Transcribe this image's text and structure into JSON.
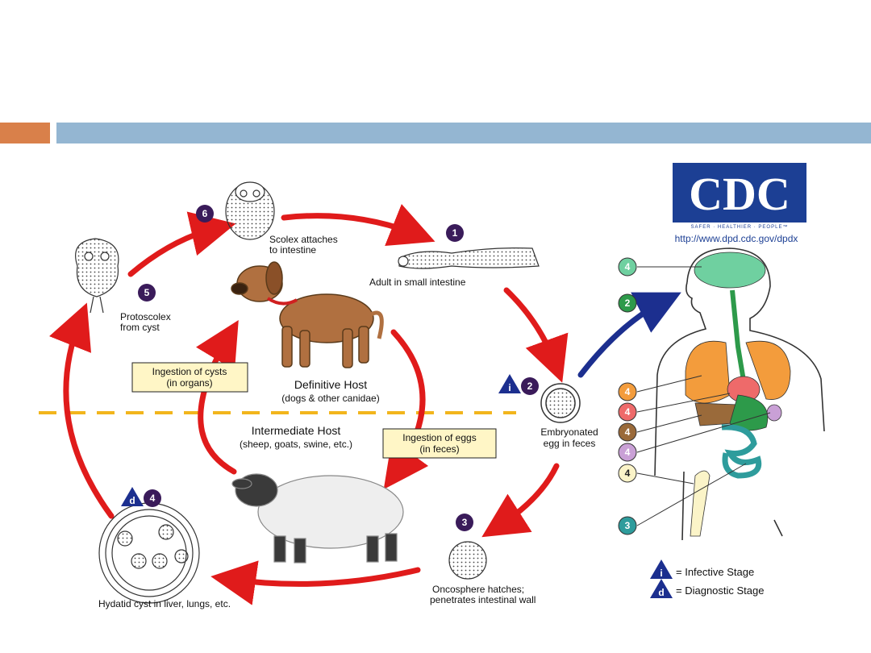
{
  "colors": {
    "accent_orange": "#d9804a",
    "accent_blue": "#94b6d2",
    "cycle_arrow": "#e01b1b",
    "human_arrow": "#1c2f8f",
    "divider": "#f2b51c",
    "label_box": "#fff6c6",
    "stage_number": "#3a1b5a"
  },
  "logo": {
    "word": "CDC",
    "tagline": "SAFER · HEALTHIER · PEOPLE™",
    "url": "http://www.dpd.cdc.gov/dpdx"
  },
  "stages": {
    "s1": {
      "num": "1",
      "label": "Adult in small intestine"
    },
    "s2": {
      "num": "2",
      "line1": "Embryonated",
      "line2": "egg in feces",
      "marker": "i"
    },
    "s3": {
      "num": "3",
      "line1": "Oncosphere hatches;",
      "line2": "penetrates intestinal wall"
    },
    "s4": {
      "num": "4",
      "label": "Hydatid cyst in liver, lungs, etc.",
      "marker": "d"
    },
    "s5": {
      "num": "5",
      "line1": "Protoscolex",
      "line2": "from cyst"
    },
    "s6": {
      "num": "6",
      "line1": "Scolex attaches",
      "line2": "to intestine"
    }
  },
  "hosts": {
    "definitive": {
      "title": "Definitive Host",
      "subtitle": "(dogs & other canidae)"
    },
    "intermediate": {
      "title": "Intermediate Host",
      "subtitle": "(sheep, goats, swine, etc.)"
    }
  },
  "boxes": {
    "cysts": {
      "line1": "Ingestion of cysts",
      "line2": "(in organs)"
    },
    "eggs": {
      "line1": "Ingestion of eggs",
      "line2": "(in feces)"
    }
  },
  "human_markers": [
    {
      "num": "4",
      "color": "#6fd0a0",
      "organ": "brain"
    },
    {
      "num": "2",
      "color": "#2d9a4a",
      "organ": "ingestion"
    },
    {
      "num": "4",
      "color": "#f39c3c",
      "organ": "lungs"
    },
    {
      "num": "4",
      "color": "#ee6a6a",
      "organ": "heart"
    },
    {
      "num": "4",
      "color": "#9a6a3a",
      "organ": "liver"
    },
    {
      "num": "4",
      "color": "#c9a0d6",
      "organ": "kidney"
    },
    {
      "num": "4",
      "color": "#fbf4c8",
      "organ": "bone"
    },
    {
      "num": "3",
      "color": "#2e9c9c",
      "organ": "intestine"
    }
  ],
  "legend": {
    "infective": {
      "marker": "i",
      "label": "= Infective Stage"
    },
    "diagnostic": {
      "marker": "d",
      "label": "= Diagnostic Stage"
    }
  }
}
